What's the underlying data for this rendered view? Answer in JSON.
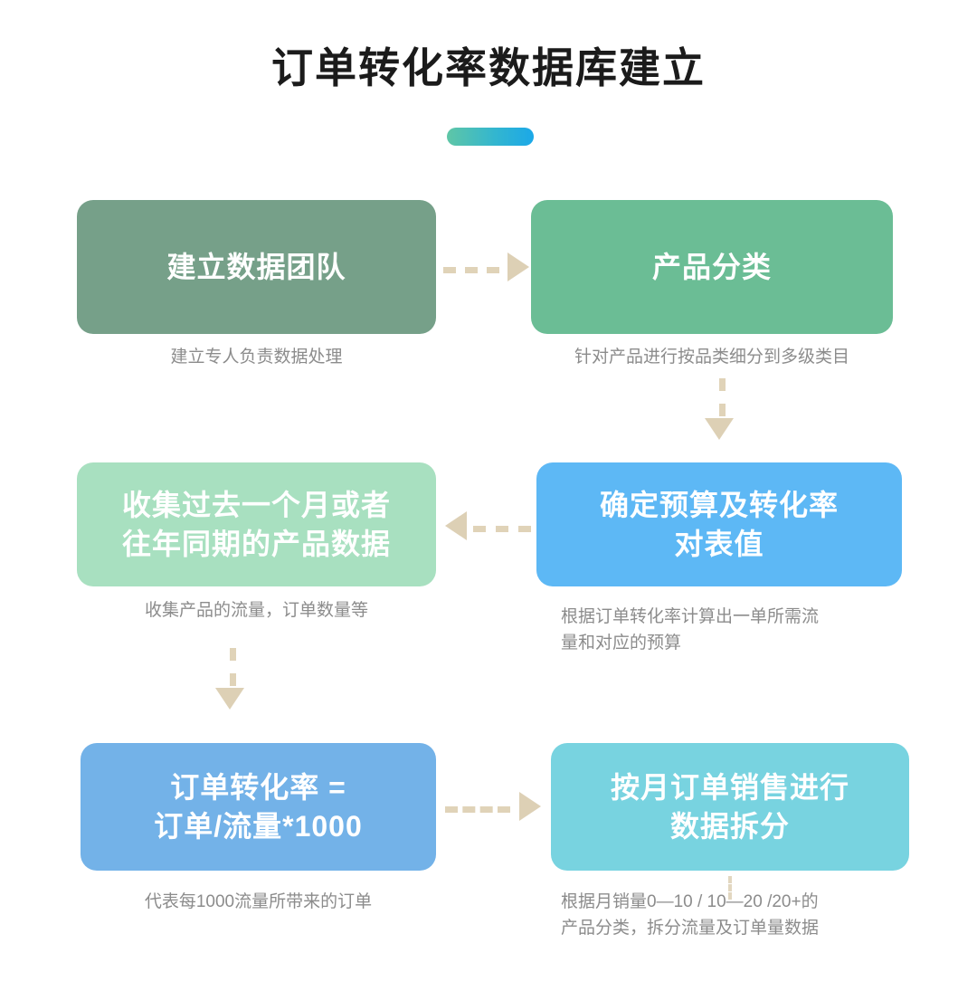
{
  "header": {
    "title": "订单转化率数据库建立",
    "accent_gradient_from": "#5fc6a6",
    "accent_gradient_mid": "#33b6cf",
    "accent_gradient_to": "#1ba8e8"
  },
  "palette": {
    "box1": "#76a089",
    "box2": "#6bbd95",
    "box3": "#a8e0c0",
    "box4": "#5db8f5",
    "box5": "#73b2e8",
    "box6": "#78d3e0",
    "arrow": "#ddd0b5",
    "caption_text": "#8c8c8c",
    "title_text": "#1b1b1b",
    "background": "#ffffff"
  },
  "flow": {
    "boxes": [
      {
        "id": "box-1",
        "label": "建立数据团队",
        "caption": "建立专人负责数据处理",
        "color": "#76a089"
      },
      {
        "id": "box-2",
        "label": "产品分类",
        "caption": "针对产品进行按品类细分到多级类目",
        "color": "#6bbd95"
      },
      {
        "id": "box-3",
        "label": "收集过去一个月或者\n往年同期的产品数据",
        "caption": "收集产品的流量，订单数量等",
        "color": "#a8e0c0"
      },
      {
        "id": "box-4",
        "label": "确定预算及转化率\n对表值",
        "caption": "根据订单转化率计算出一单所需流\n量和对应的预算",
        "color": "#5db8f5"
      },
      {
        "id": "box-5",
        "label": "订单转化率 =\n订单/流量*1000",
        "caption": "代表每1000流量所带来的订单",
        "color": "#73b2e8"
      },
      {
        "id": "box-6",
        "label": "按月订单销售进行\n数据拆分",
        "caption": "根据月销量0—10 / 10—20 /20+的\n产品分类，拆分流量及订单量数据",
        "color": "#78d3e0"
      }
    ],
    "arrows": [
      {
        "id": "arrow-1",
        "from": "box-1",
        "to": "box-2",
        "direction": "right",
        "style": "dashed"
      },
      {
        "id": "arrow-2",
        "from": "box-2",
        "to": "box-4",
        "direction": "down",
        "style": "dashed"
      },
      {
        "id": "arrow-3",
        "from": "box-4",
        "to": "box-3",
        "direction": "left",
        "style": "dashed"
      },
      {
        "id": "arrow-4",
        "from": "box-3",
        "to": "box-5",
        "direction": "down",
        "style": "dashed"
      },
      {
        "id": "arrow-5",
        "from": "box-5",
        "to": "box-6",
        "direction": "right",
        "style": "dashed"
      }
    ]
  }
}
